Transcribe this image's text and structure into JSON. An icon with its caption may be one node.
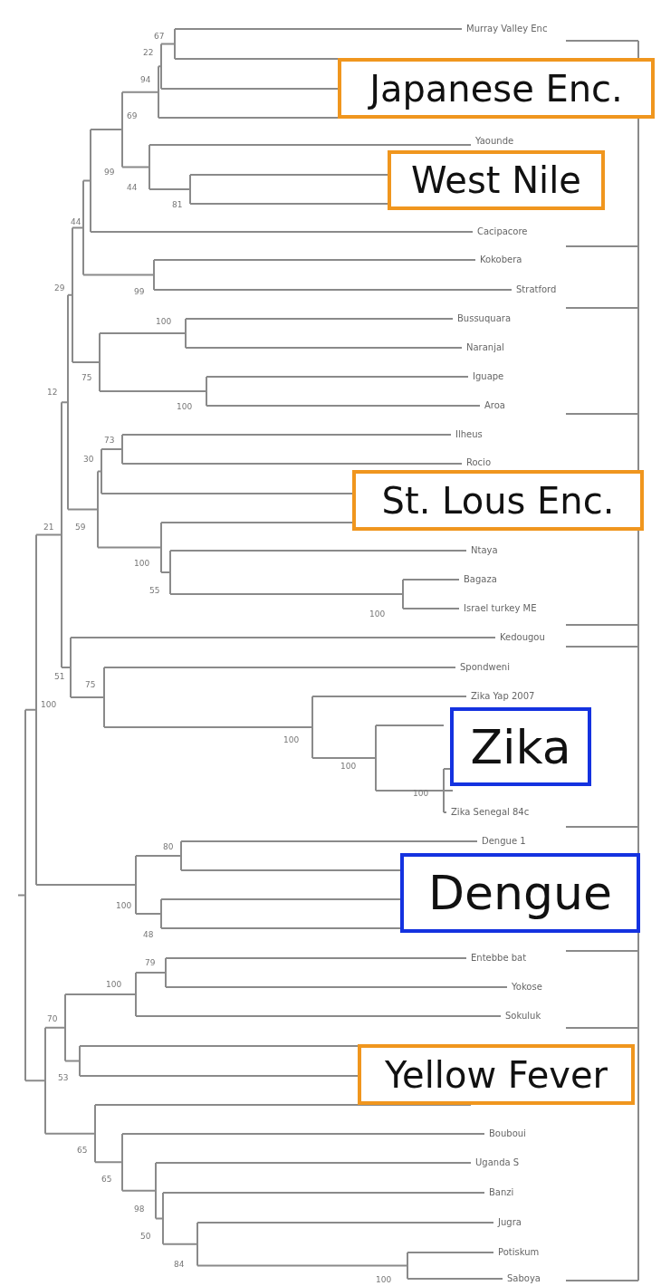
{
  "diagram": {
    "nodes": [
      {
        "text": [
          "Japanese Enc."
        ]
      },
      {
        "text": [
          "West Nile"
        ]
      },
      {
        "text": [
          "St. Lous Enc."
        ]
      },
      {
        "text": [
          "Zika"
        ]
      },
      {
        "text": [
          "Dengue"
        ]
      },
      {
        "text": [
          "Yellow Fever"
        ]
      }
    ],
    "labels": [
      "67",
      "Murray Valley Enc",
      "22",
      "94",
      "69",
      "Yaounde",
      "99",
      "44",
      "81",
      "44",
      "Cacipacore",
      "Kokobera",
      "29",
      "99",
      "Stratford",
      "100",
      "Bussuquara",
      "Naranjal",
      "75",
      "Iguape",
      "12",
      "100",
      "Aroa",
      "Ilheus",
      "73",
      "30",
      "Rocio",
      "21",
      "59",
      "100",
      "Ntaya",
      "Bagaza",
      "55",
      "Israel turkey ME",
      "100",
      "Kedougou",
      "Spondweni",
      "51",
      "75",
      "Zika Yap 2007",
      "100",
      "100",
      "100",
      "100",
      "Zika Senegal 84c",
      "80",
      "Dengue 1",
      "100",
      "48",
      "79",
      "Entebbe bat",
      "100",
      "Yokose",
      "70",
      "Sokuluk",
      "53",
      "65",
      "Bouboui",
      "Uganda S",
      "65",
      "Banzi",
      "98",
      "Jugra",
      "50",
      "Potiskum",
      "84",
      "Saboya",
      "100"
    ]
  }
}
